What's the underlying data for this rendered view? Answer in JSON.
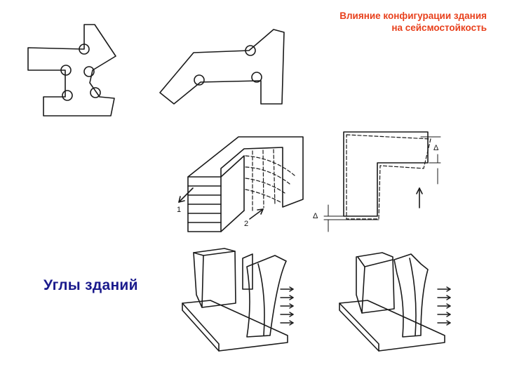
{
  "title_lines": [
    "Влияние конфигурации здания",
    "на сейсмостойкость"
  ],
  "caption": "Углы зданий",
  "figure_labels": {
    "arrow_1": "1",
    "arrow_2": "2",
    "delta_top": "Δ",
    "delta_bottom": "Δ"
  },
  "colors": {
    "title": "#e8401c",
    "caption": "#1a1a8c",
    "lines": "#1a1a1a"
  }
}
